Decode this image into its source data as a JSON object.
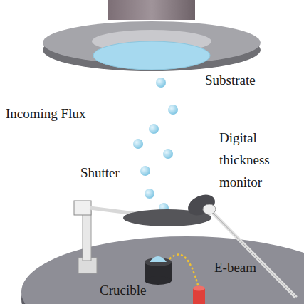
{
  "diagram": {
    "labels": [
      "Substrate",
      "Incoming Flux",
      "Digital thickness monitor",
      "Shutter",
      "E-beam",
      "Crucible"
    ]
  }
}
